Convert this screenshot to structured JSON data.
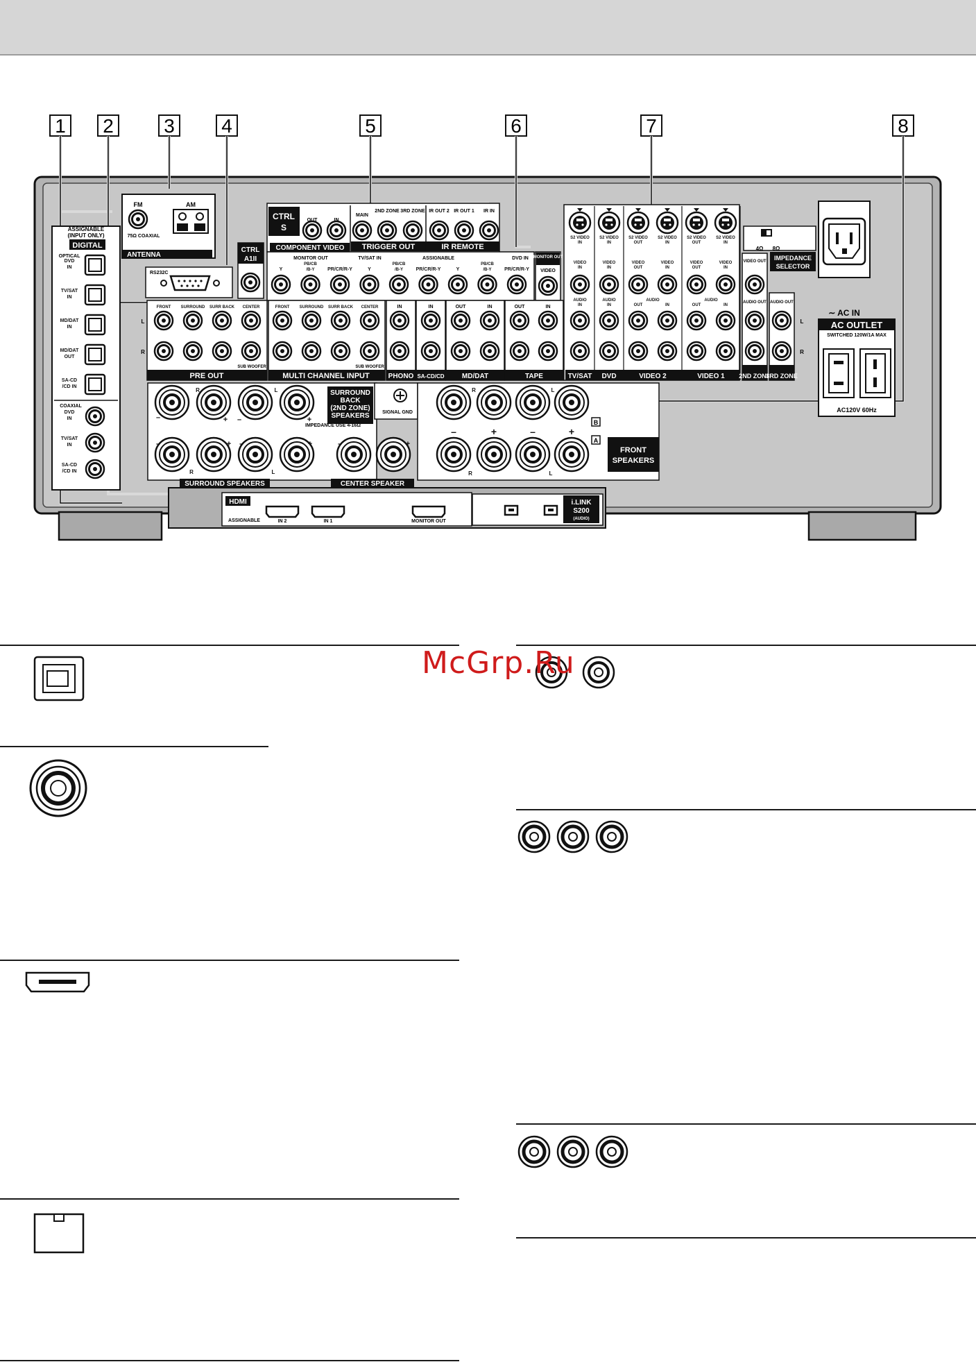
{
  "callouts": [
    "1",
    "2",
    "3",
    "4",
    "5",
    "6",
    "7",
    "8"
  ],
  "watermark": "McGrp.Ru",
  "panel": {
    "digital": {
      "assignable": "ASSIGNABLE",
      "input_only": "(INPUT ONLY)",
      "title": "DIGITAL",
      "optical": "OPTICAL",
      "coaxial": "COAXIAL",
      "optical_ports": [
        {
          "l1": "DVD",
          "l2": "IN"
        },
        {
          "l1": "TV/SAT",
          "l2": "IN"
        },
        {
          "l1": "MD/DAT",
          "l2": "IN"
        },
        {
          "l1": "MD/DAT",
          "l2": "OUT"
        },
        {
          "l1": "SA-CD",
          "l2": "/CD IN"
        }
      ],
      "coaxial_ports": [
        {
          "l1": "DVD",
          "l2": "IN"
        },
        {
          "l1": "TV/SAT",
          "l2": "IN"
        },
        {
          "l1": "SA-CD",
          "l2": "/CD IN"
        }
      ]
    },
    "antenna": {
      "fm": "FM",
      "am": "AM",
      "coaxial": "75Ω COAXIAL",
      "title": "ANTENNA"
    },
    "rs232c": "RS232C",
    "ctrl_a1": {
      "l1": "CTRL",
      "l2": "A1II"
    },
    "ctrl_s": {
      "l1": "CTRL",
      "l2": "S",
      "out": "OUT",
      "in": "IN"
    },
    "component_video": "COMPONENT VIDEO",
    "trigger_out": {
      "title": "TRIGGER OUT",
      "main": "MAIN",
      "zone2": "2ND ZONE",
      "zone3": "3RD ZONE"
    },
    "ir_remote": {
      "title": "IR REMOTE",
      "out2": "IR OUT 2",
      "out1": "IR OUT 1",
      "in": "IR IN"
    },
    "component_labels": {
      "monitor_out": "MONITOR OUT",
      "tvsat_in": "TV/SAT IN",
      "assignable": "ASSIGNABLE",
      "dvd_in": "DVD IN",
      "jacks": [
        "Y",
        "PB/CB /B-Y",
        "PR/CR/R-Y",
        "Y",
        "PB/CB /B-Y",
        "PR/CR/R-Y",
        "Y",
        "PB/CB /B-Y",
        "PR/CR/R-Y"
      ]
    },
    "monitor_video": {
      "l1": "MONITOR OUT",
      "l2": "VIDEO"
    },
    "pre_out": {
      "title": "PRE OUT",
      "cols": [
        "FRONT",
        "SURROUND",
        "SURR BACK",
        "CENTER"
      ],
      "sub": "SUB WOOFER",
      "l": "L",
      "r": "R"
    },
    "multi_channel": {
      "title": "MULTI CHANNEL INPUT",
      "cols": [
        "FRONT",
        "SURROUND",
        "SURR BACK",
        "CENTER"
      ],
      "sub": "SUB WOOFER"
    },
    "phono": {
      "title": "PHONO",
      "in": "IN"
    },
    "sacd": {
      "title": "SA-CD/CD",
      "in": "IN"
    },
    "mddat": {
      "title": "MD/DAT",
      "out": "OUT",
      "in": "IN"
    },
    "tape": {
      "title": "TAPE",
      "out": "OUT",
      "in": "IN"
    },
    "av_groups": [
      {
        "title": "TV/SAT",
        "cols": 1
      },
      {
        "title": "DVD",
        "cols": 1
      },
      {
        "title": "VIDEO 2",
        "cols": 2
      },
      {
        "title": "VIDEO 1",
        "cols": 2
      }
    ],
    "av_labels": {
      "s2_in": "S2 VIDEO IN",
      "s2_out": "S2 VIDEO OUT",
      "video_in": "VIDEO IN",
      "video_out": "VIDEO OUT",
      "audio_in": "AUDIO IN",
      "audio": "AUDIO",
      "out": "OUT",
      "in": "IN"
    },
    "zone2": {
      "title": "2ND ZONE",
      "video": "VIDEO OUT",
      "audio": "AUDIO OUT"
    },
    "zone3": {
      "title": "3RD ZONE",
      "audio": "AUDIO OUT"
    },
    "impedance": {
      "title": "IMPEDANCE SELECTOR",
      "opt1": "4Ω",
      "opt2": "8Ω"
    },
    "ac_in": "∼ AC IN",
    "ac_outlet": {
      "title": "AC OUTLET",
      "switched": "SWITCHED 120W/1A MAX",
      "rating": "AC120V 60Hz"
    },
    "surround_back": {
      "l1": "SURROUND",
      "l2": "BACK",
      "l3": "(2ND ZONE)",
      "l4": "SPEAKERS"
    },
    "impedance_use": "IMPEDANCE USE 4-16Ω",
    "surround_speakers": "SURROUND SPEAKERS",
    "center_speaker": "CENTER   SPEAKER",
    "front_speakers": {
      "l1": "FRONT",
      "l2": "SPEAKERS",
      "a": "A",
      "b": "B"
    },
    "signal_gnd": "SIGNAL GND",
    "hdmi": {
      "title": "HDMI",
      "assignable": "ASSIGNABLE",
      "in2": "IN 2",
      "in1": "IN 1",
      "monitor": "MONITOR OUT"
    },
    "ilink": {
      "l1": "i.LINK",
      "l2": "S200",
      "l3": "(AUDIO)"
    },
    "polarity": {
      "plus": "+",
      "minus": "–",
      "r": "R",
      "l": "L"
    }
  },
  "connector_legend": [
    {
      "icon": "optical-connector-icon"
    },
    {
      "icon": "coaxial-connector-icon"
    },
    {
      "icon": "hdmi-connector-icon"
    },
    {
      "icon": "ilink-connector-icon"
    },
    {
      "icon": "rca-audio-pair-icon"
    },
    {
      "icon": "component-video-icon"
    },
    {
      "icon": "rca-triple-icon"
    }
  ]
}
